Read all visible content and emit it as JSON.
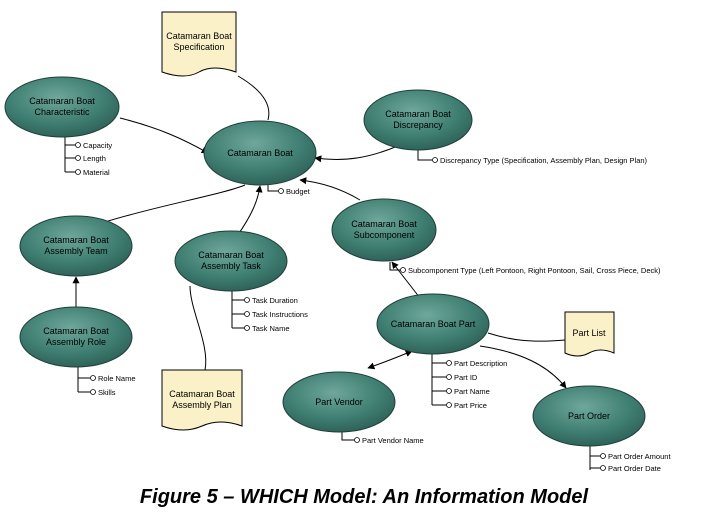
{
  "diagram": {
    "entities": {
      "boat": "Catamaran Boat",
      "characteristic": [
        "Catamaran Boat",
        "Characteristic"
      ],
      "discrepancy": [
        "Catamaran Boat",
        "Discrepancy"
      ],
      "team": [
        "Catamaran Boat",
        "Assembly Team"
      ],
      "task": [
        "Catamaran Boat",
        "Assembly Task"
      ],
      "subcomponent": [
        "Catamaran Boat",
        "Subcomponent"
      ],
      "role": [
        "Catamaran Boat",
        "Assembly Role"
      ],
      "part": "Catamaran Boat Part",
      "vendor": "Part Vendor",
      "order": "Part Order"
    },
    "documents": {
      "spec": [
        "Catamaran Boat",
        "Specification"
      ],
      "plan": [
        "Catamaran Boat",
        "Assembly Plan"
      ],
      "partlist": "Part List"
    },
    "attributes": {
      "characteristic": [
        "Capacity",
        "Length",
        "Material"
      ],
      "boat": [
        "Budget"
      ],
      "discrepancy": [
        "Discrepancy Type (Specification, Assembly Plan, Design Plan)"
      ],
      "task": [
        "Task Duration",
        "Task Instructions",
        "Task Name"
      ],
      "subcomponent": [
        "Subcomponent Type (Left Pontoon, Right Pontoon, Sail, Cross Piece, Deck)"
      ],
      "role": [
        "Role Name",
        "Skills"
      ],
      "part": [
        "Part Description",
        "Part ID",
        "Part Name",
        "Part Price"
      ],
      "vendor": [
        "Part Vendor Name"
      ],
      "order": [
        "Part Order Amount",
        "Part Order Date"
      ]
    },
    "colors": {
      "entity_fill": "#3f7e72",
      "entity_stroke": "#1f3f39",
      "document_fill": "#fbf1c8",
      "line": "#000000"
    }
  },
  "caption": "Figure 5 – WHICH Model: An Information Model"
}
